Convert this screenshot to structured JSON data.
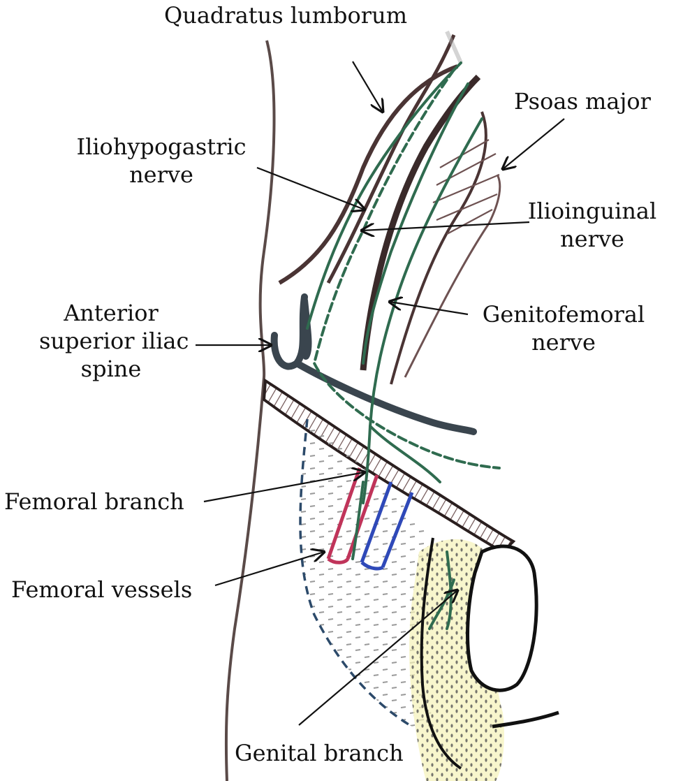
{
  "labels": {
    "quadratus_lumborum": "Quadratus lumborum",
    "psoas_major": "Psoas major",
    "iliohypogastric_line1": "Iliohypogastric",
    "iliohypogastric_line2": "nerve",
    "ilioinguinal_line1": "Ilioinguinal",
    "ilioinguinal_line2": "nerve",
    "asis_line1": "Anterior",
    "asis_line2": "superior iliac",
    "asis_line3": "spine",
    "genitofemoral_line1": "Genitofemoral",
    "genitofemoral_line2": "nerve",
    "femoral_branch": "Femoral branch",
    "femoral_vessels": "Femoral vessels",
    "genital_branch": "Genital branch"
  },
  "colors": {
    "nerve": "#2f6b4f",
    "muscle": "#4a3434",
    "muscle_hatch": "#6e5252",
    "bone": "#3a454e",
    "body_outline": "#5a4a48",
    "artery": "#c0345a",
    "vein": "#2f49b8",
    "femoral_triangle": "#2c4a6a",
    "scrotal_fill": "#f5f2b8",
    "stipple": "#555555",
    "arrow": "#111111"
  }
}
